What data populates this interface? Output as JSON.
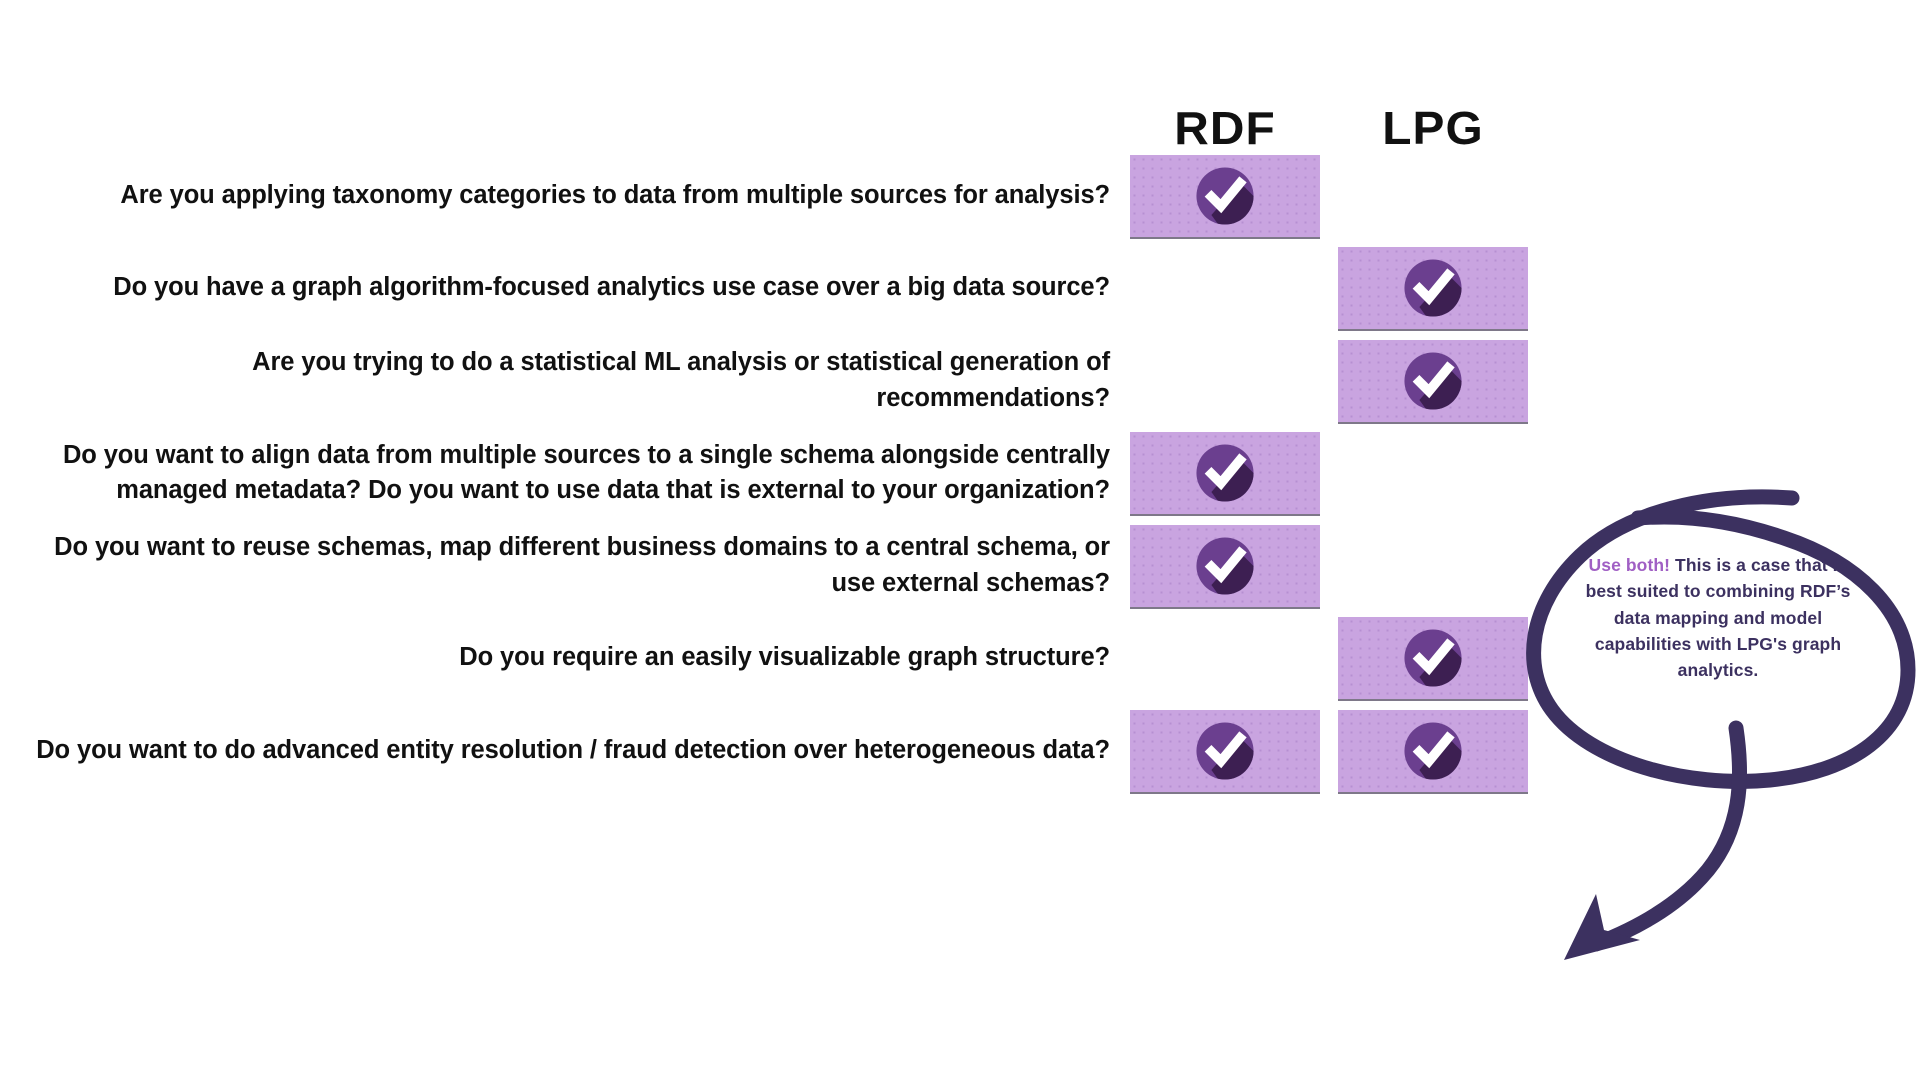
{
  "columns": [
    {
      "key": "rdf",
      "label": "RDF"
    },
    {
      "key": "lpg",
      "label": "LPG"
    }
  ],
  "rows": [
    {
      "question": "Are you applying taxonomy categories to data from multiple sources for analysis?",
      "rdf": true,
      "lpg": false
    },
    {
      "question": "Do you have a graph algorithm-focused analytics use case over a big data source?",
      "rdf": false,
      "lpg": true
    },
    {
      "question": "Are you trying to do a statistical ML analysis or statistical generation of recommendations?",
      "rdf": false,
      "lpg": true
    },
    {
      "question": "Do you want to align data from multiple sources to a single schema alongside centrally managed metadata? Do you want to use data that is external to your organization?",
      "rdf": true,
      "lpg": false
    },
    {
      "question": "Do you want to reuse schemas, map different business domains to a central schema, or use external schemas?",
      "rdf": true,
      "lpg": false
    },
    {
      "question": "Do you require an easily visualizable graph structure?",
      "rdf": false,
      "lpg": true
    },
    {
      "question": "Do you want to do advanced entity resolution / fraud detection over heterogeneous data?",
      "rdf": true,
      "lpg": true
    }
  ],
  "annotation": {
    "lead": "Use both!",
    "body": " This is a case that is best suited to combining RDF’s data mapping and model capabilities with LPG's graph analytics.",
    "points_to_row": 7
  },
  "icons": {
    "check": "check-circle-icon",
    "arrow": "curved-arrow-icon",
    "ellipse": "hand-drawn-ellipse-icon"
  },
  "colors": {
    "cell_background": "#c9a4e0",
    "cell_dots": "#b68fd2",
    "check_circle": "#6b3f8f",
    "check_shadow": "#3d1f52",
    "check_mark": "#ffffff",
    "annotation_ink": "#3c3160",
    "annotation_lead": "#a05fc4",
    "header_text": "#111111",
    "question_text": "#111111",
    "page_background": "#ffffff"
  }
}
